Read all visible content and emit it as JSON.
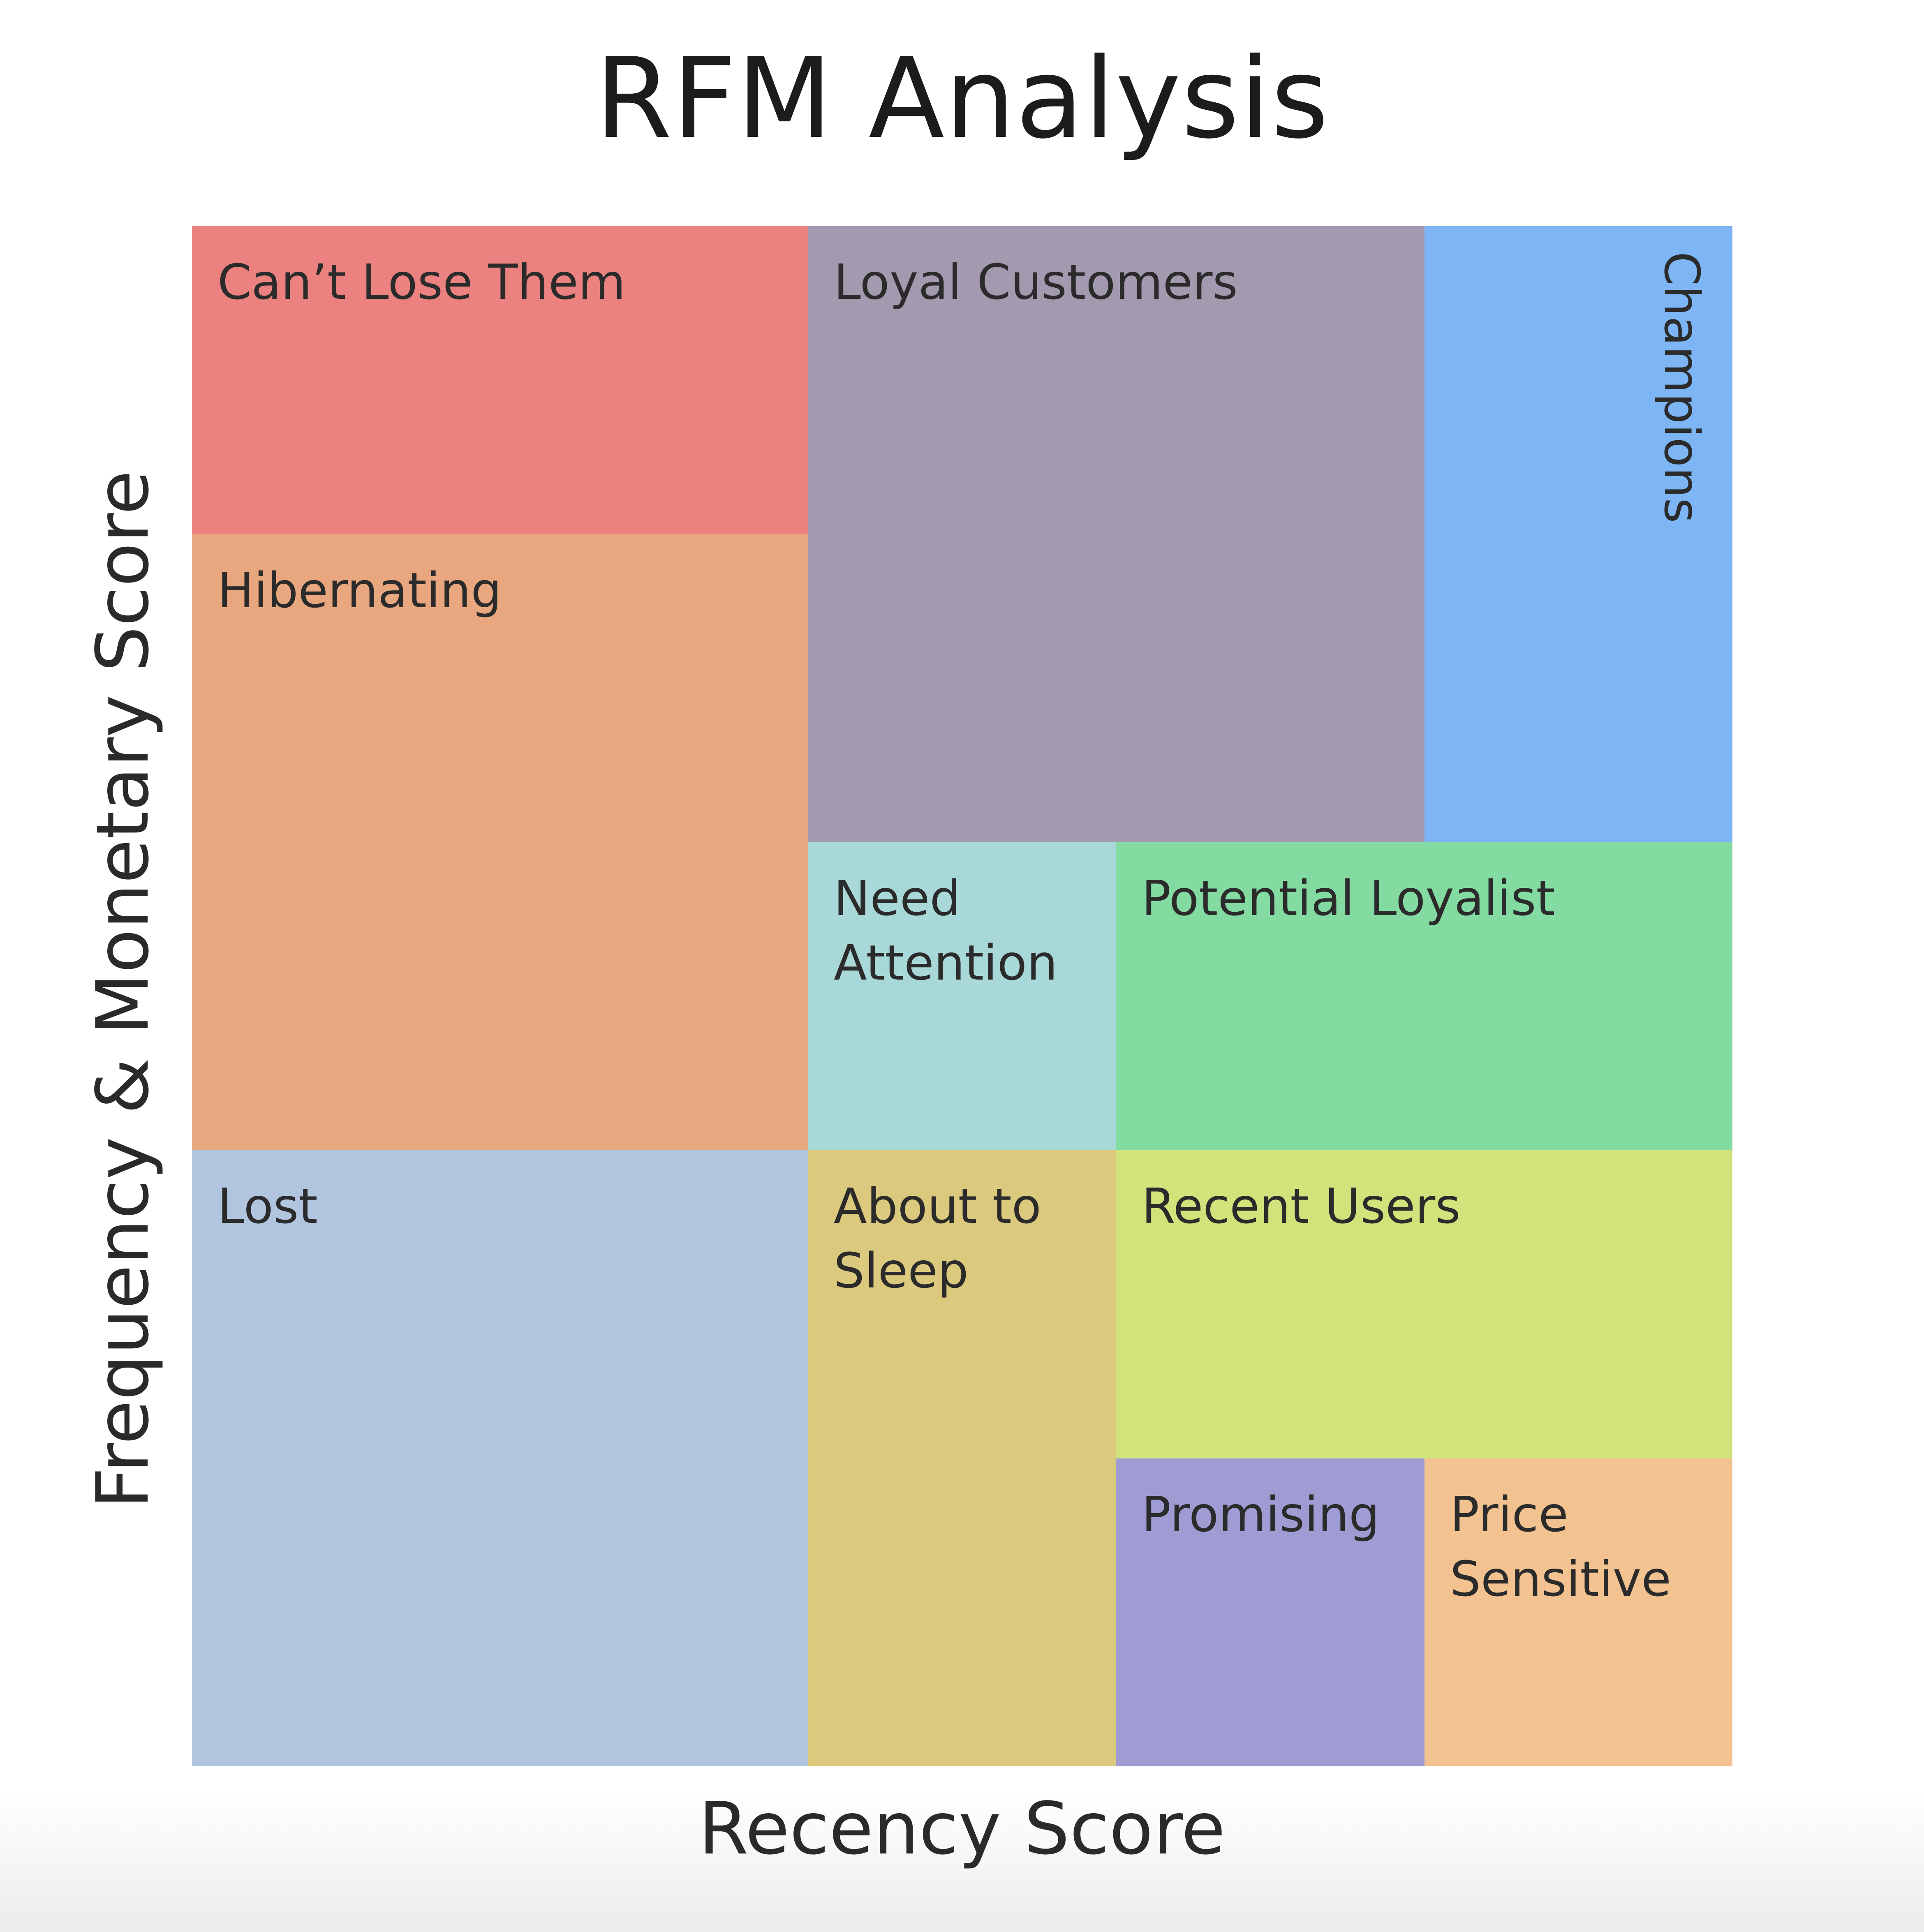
{
  "title": "RFM Analysis",
  "axes": {
    "x_label": "Recency Score",
    "y_label": "Frequency & Monetary Score"
  },
  "segments": [
    {
      "key": "cant_lose_them",
      "label": "Can’t Lose Them",
      "color": "#eb827f"
    },
    {
      "key": "hibernating",
      "label": "Hibernating",
      "color": "#e8a77f"
    },
    {
      "key": "lost",
      "label": "Lost",
      "color": "#b1c5df"
    },
    {
      "key": "loyal_customers",
      "label": "Loyal Customers",
      "color": "#a39ab0"
    },
    {
      "key": "champions",
      "label": "Champions",
      "color": "#7db5f5"
    },
    {
      "key": "need_attention",
      "label": "Need Attention",
      "color": "#a9d8d9"
    },
    {
      "key": "potential_loyalist",
      "label": "Potential Loyalist",
      "color": "#84dba1"
    },
    {
      "key": "about_to_sleep",
      "label": "About to Sleep",
      "color": "#dbc97d"
    },
    {
      "key": "recent_users",
      "label": "Recent Users",
      "color": "#d1e37b"
    },
    {
      "key": "promising",
      "label": "Promising",
      "color": "#9f9cd3"
    },
    {
      "key": "price_sensitive",
      "label": "Price Sensitive",
      "color": "#f2c390"
    }
  ]
}
